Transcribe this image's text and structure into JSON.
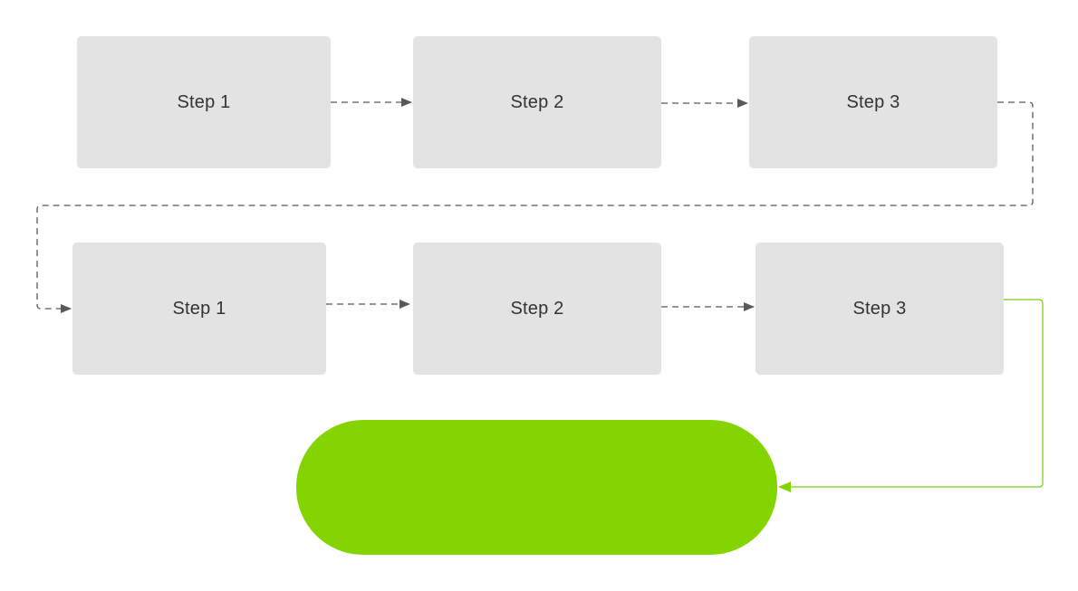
{
  "diagram": {
    "steps": [
      {
        "label": "Step 1"
      },
      {
        "label": "Step 2"
      },
      {
        "label": "Step 3"
      },
      {
        "label": "Step 1"
      },
      {
        "label": "Step 2"
      },
      {
        "label": "Step 3"
      }
    ],
    "terminal": {
      "label": ""
    },
    "colors": {
      "box_fill": "#e3e3e3",
      "text": "#333333",
      "connector": "#595959",
      "terminal_fill": "#83d400",
      "terminal_connector": "#8fd53a"
    }
  }
}
